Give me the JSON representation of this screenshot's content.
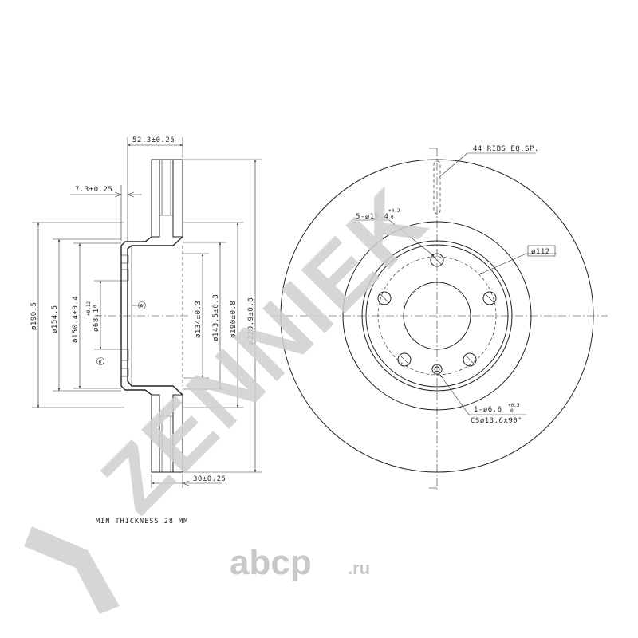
{
  "watermark": {
    "brand": "ZENNIEK"
  },
  "site_logo": {
    "main": "abcp",
    "suffix": ".ru"
  },
  "side_view": {
    "dim_total_width": "52.3±0.25",
    "dim_hat_thickness": "7.3±0.25",
    "dim_disc_thickness": "30±0.25",
    "dim_d190_5": "ø190.5",
    "dim_d154_5": "ø154.5",
    "dim_d150_4": "ø150.4±0.4",
    "dim_d68_1": "ø68.1",
    "dim_d68_1_tol_upper": "+0.12",
    "dim_d68_1_tol_lower": "0",
    "dim_d134": "ø134±0.3",
    "dim_d143_5": "ø143.5±0.3",
    "dim_d190": "ø190±0.8",
    "dim_d320_9": "ø320.9±0.8",
    "datum_a": "A",
    "datum_b": "B"
  },
  "front_view": {
    "ribs_note": "44 RIBS EQ.SP.",
    "bolt_holes": "5-ø15.4",
    "bolt_holes_tol_upper": "+0.2",
    "bolt_holes_tol_lower": "0",
    "pcd": "ø112",
    "locating_hole": "1-ø6.6",
    "locating_hole_tol_upper": "+0.3",
    "locating_hole_tol_lower": "0",
    "countersink": "CSø13.6x90°"
  },
  "notes": {
    "min_thickness": "MIN THICKNESS 28 MM"
  }
}
